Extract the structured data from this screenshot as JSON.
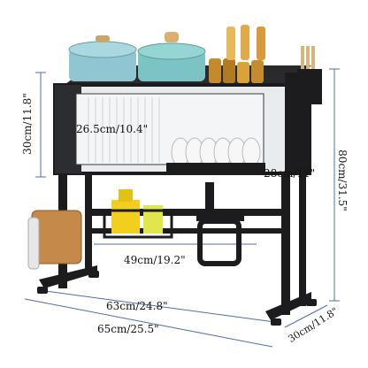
{
  "dimensions": {
    "inner_shelf_depth": "26.5cm/10.4\"",
    "shelf_height": "30cm/11.8\"",
    "side_depth": "28cm/11\"",
    "total_height": "80cm/31.5\"",
    "inner_span": "49cm/19.2\"",
    "inner_width": "63cm/24.8\"",
    "outer_width": "65cm/25.5\"",
    "outer_depth": "30cm/11.8\""
  },
  "colors": {
    "frame": "#1c1c1e",
    "pot_blue": "#8fc6d2",
    "pot_teal": "#7cc3c5",
    "basket_yellow": "#f2cf1c",
    "cutting_board": "#c58a4a",
    "dim_line": "#4a6fb0"
  }
}
